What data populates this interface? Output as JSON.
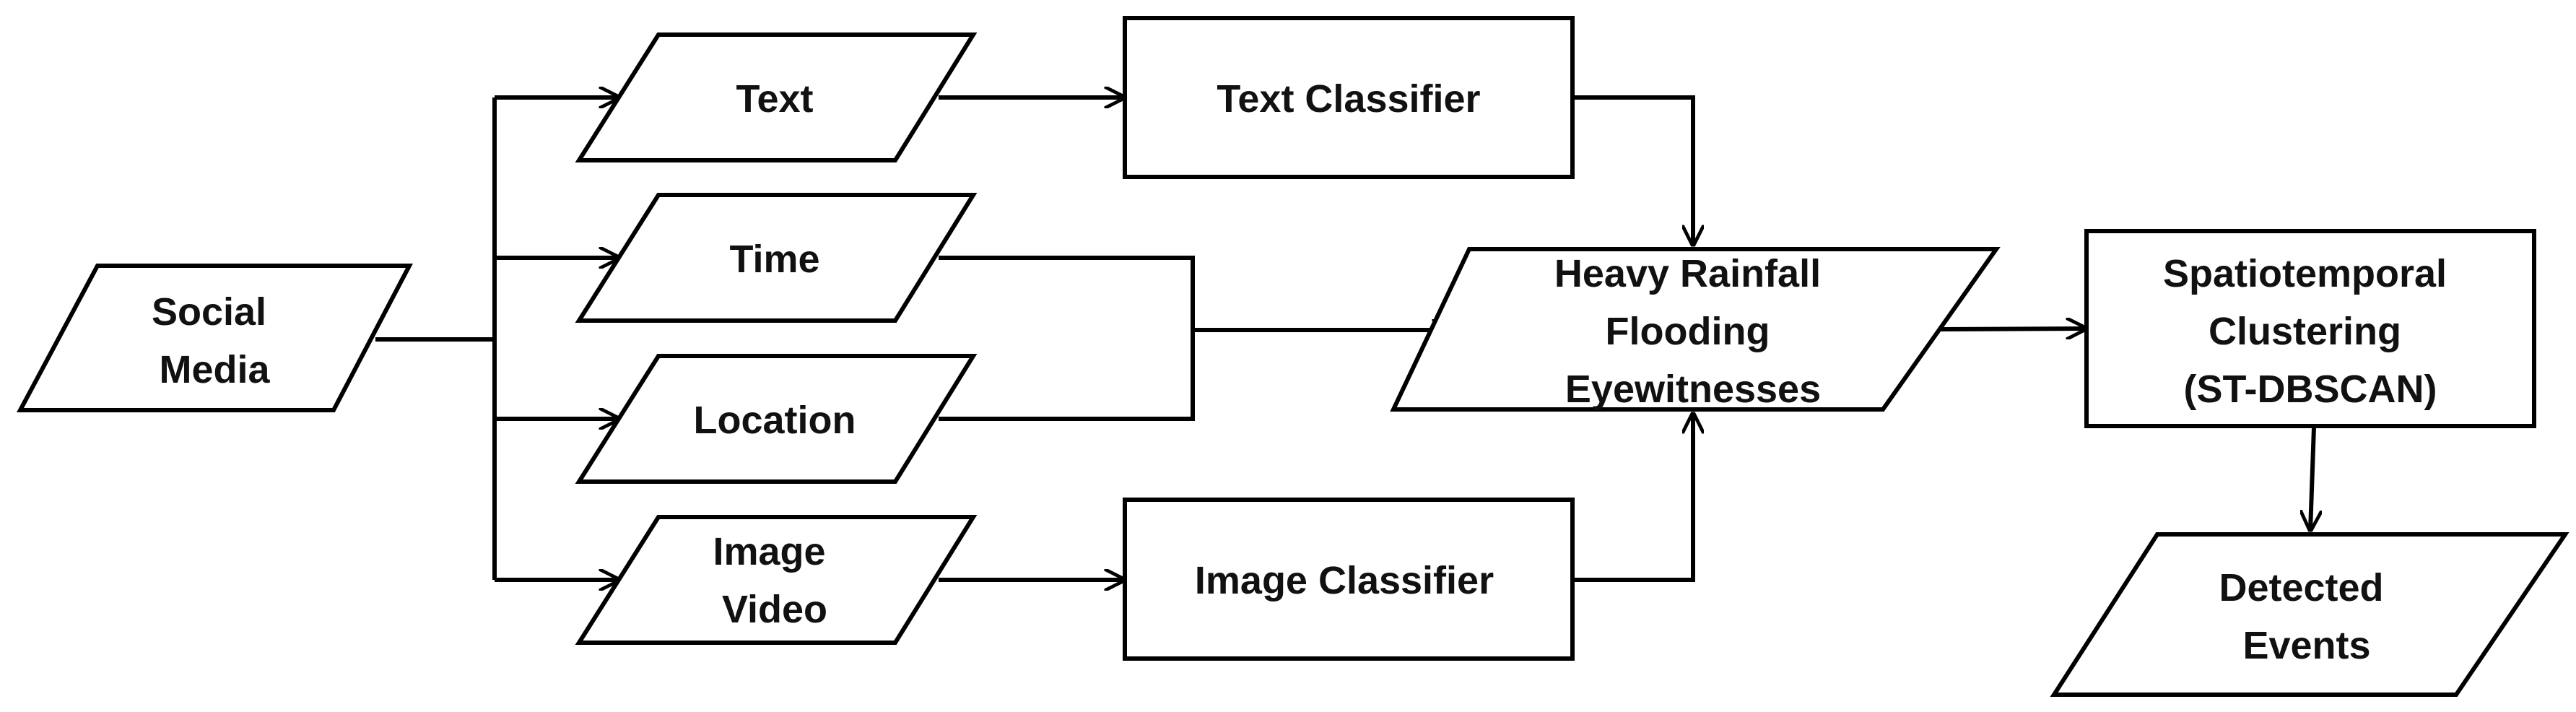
{
  "nodes": {
    "social_media": {
      "lines": [
        "Social",
        "Media"
      ]
    },
    "text": {
      "lines": [
        "Text"
      ]
    },
    "time": {
      "lines": [
        "Time"
      ]
    },
    "location": {
      "lines": [
        "Location"
      ]
    },
    "image_video": {
      "lines": [
        "Image",
        "Video"
      ]
    },
    "text_classifier": {
      "lines": [
        "Text Classifier"
      ]
    },
    "image_classifier": {
      "lines": [
        "Image Classifier"
      ]
    },
    "eyewitnesses": {
      "lines": [
        "Heavy Rainfall",
        "Flooding",
        "Eyewitnesses"
      ]
    },
    "clustering": {
      "lines": [
        "Spatiotemporal",
        "Clustering",
        "(ST-DBSCAN)"
      ]
    },
    "detected_events": {
      "lines": [
        "Detected",
        "Events"
      ]
    }
  },
  "colors": {
    "stroke": "#000000",
    "fill": "#ffffff",
    "text": "#111111"
  }
}
